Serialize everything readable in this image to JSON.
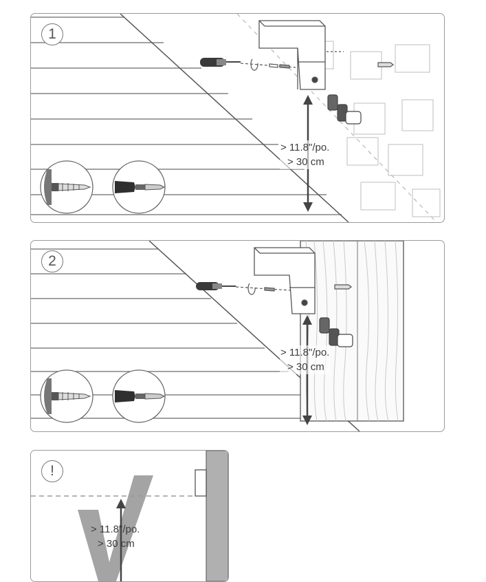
{
  "steps": [
    {
      "badge": "1",
      "surface": "brick-wall",
      "measure_imperial": "> 11.8\"/po.",
      "measure_metric": "> 30 cm"
    },
    {
      "badge": "2",
      "surface": "wood-stud",
      "measure_imperial": "> 11.8\"/po.",
      "measure_metric": "> 30 cm"
    }
  ],
  "warning": {
    "badge": "!",
    "measure_imperial": "> 11.8\"/po.",
    "measure_metric": "> 30 cm"
  },
  "colors": {
    "line": "#555555",
    "panel_border": "#9a9a9a",
    "wall_gray": "#b0b0b0",
    "check_gray": "#9a9a9a"
  }
}
